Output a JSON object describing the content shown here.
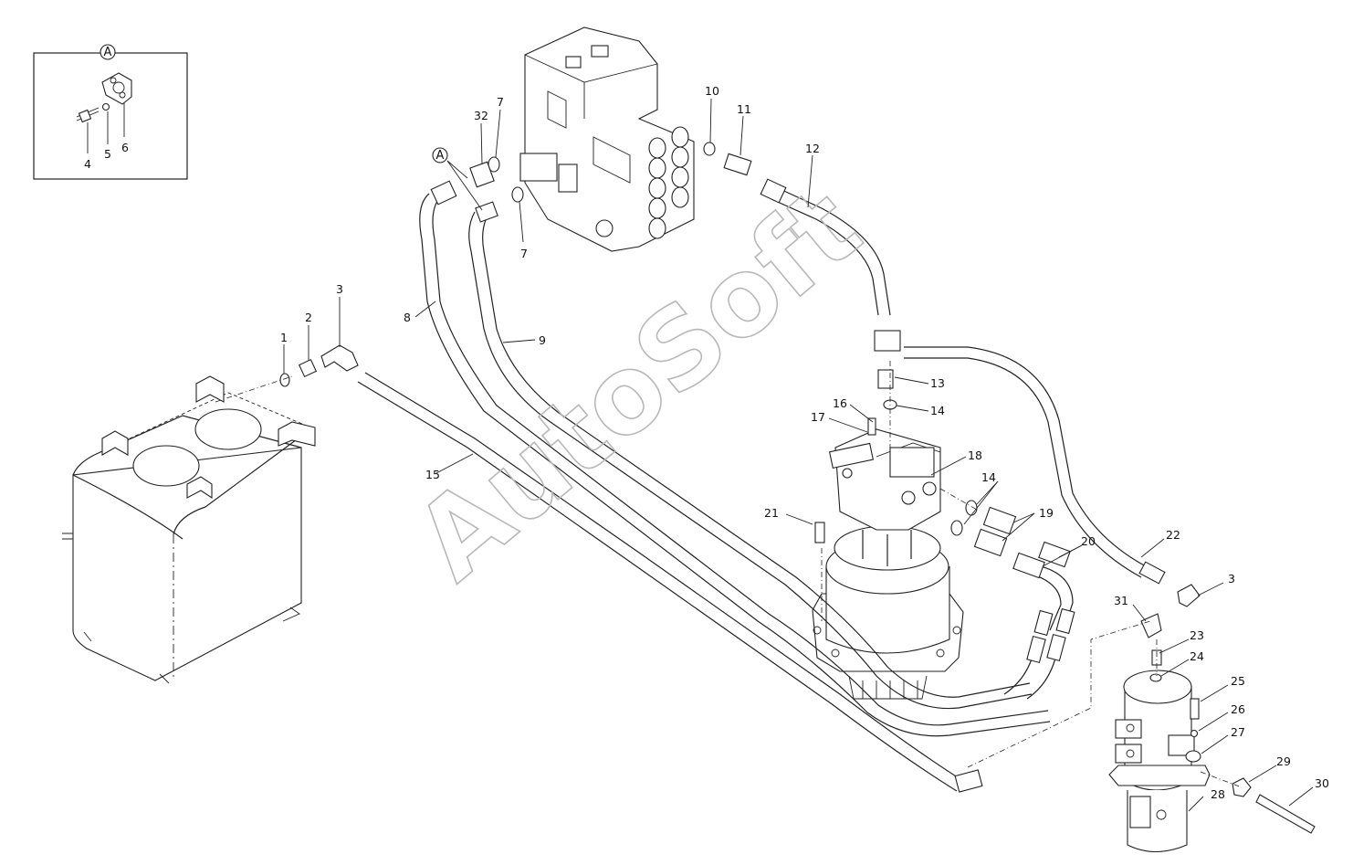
{
  "inset": {
    "marker": "A",
    "labels": [
      "4",
      "5",
      "6"
    ]
  },
  "callout_marker": "A",
  "watermark": "AutoSoft",
  "part_labels": [
    "1",
    "2",
    "3",
    "7",
    "7",
    "8",
    "9",
    "10",
    "11",
    "12",
    "13",
    "14",
    "14",
    "15",
    "16",
    "17",
    "18",
    "19",
    "20",
    "21",
    "22",
    "3",
    "23",
    "24",
    "25",
    "26",
    "27",
    "28",
    "29",
    "30",
    "31",
    "32"
  ],
  "components": {
    "tank": "hydraulic-tank",
    "control_valve": "main-control-valve",
    "swing_motor": "swing-motor",
    "swivel_joint": "center-swivel-joint"
  }
}
